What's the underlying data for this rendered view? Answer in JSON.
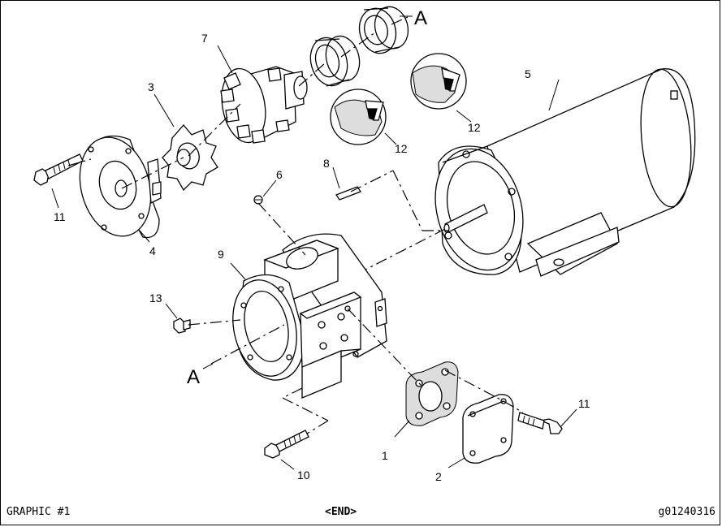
{
  "callouts": {
    "c1": "1",
    "c2": "2",
    "c3": "3",
    "c4": "4",
    "c5": "5",
    "c6": "6",
    "c7": "7",
    "c8": "8",
    "c9": "9",
    "c10": "10",
    "c11a": "11",
    "c11b": "11",
    "c12a": "12",
    "c12b": "12",
    "c13": "13",
    "ca_top": "A",
    "ca_left": "A"
  },
  "footer": {
    "left": "GRAPHIC #1",
    "center": "<END>",
    "right": "g01240316"
  }
}
